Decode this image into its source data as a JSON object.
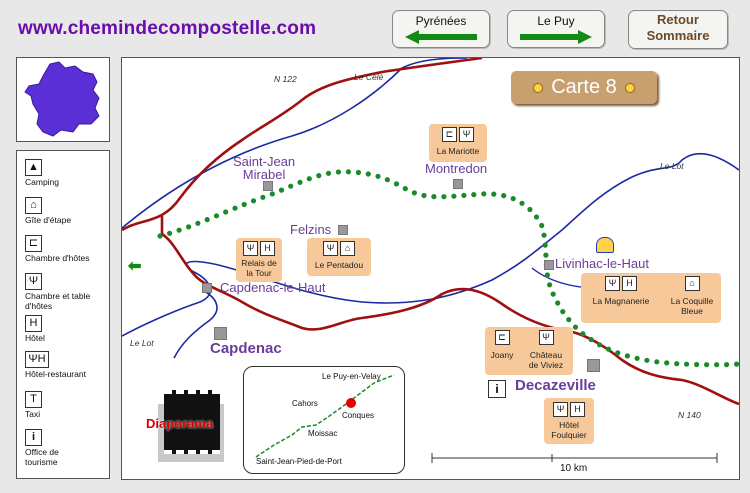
{
  "site": {
    "title": "www.chemindecompostelle.com"
  },
  "nav": {
    "prev_label": "Pyrénées",
    "next_label": "Le Puy",
    "home_line1": "Retour",
    "home_line2": "Sommaire"
  },
  "legend": [
    {
      "icon": "tent-icon",
      "glyph": "▲",
      "label": "Camping"
    },
    {
      "icon": "house-icon",
      "glyph": "⌂",
      "label": "Gîte d'étape"
    },
    {
      "icon": "bed-icon",
      "glyph": "⊏",
      "label": "Chambre d'hôtes"
    },
    {
      "icon": "fork-bed-icon",
      "glyph": "Ψ",
      "label": "Chambre et table d'hôtes"
    },
    {
      "icon": "hotel-icon",
      "glyph": "H",
      "label": "Hôtel"
    },
    {
      "icon": "hotel-restaurant-icon",
      "glyph": "ΨH",
      "label": "Hôtel-restaurant"
    },
    {
      "icon": "taxi-icon",
      "glyph": "T",
      "label": "Taxi"
    },
    {
      "icon": "info-icon",
      "glyph": "i",
      "label": "Office de tourisme"
    }
  ],
  "map": {
    "card_title": "Carte 8",
    "places": {
      "saint_jean_1": "Saint-Jean",
      "saint_jean_2": "Mirabel",
      "montredon": "Montredon",
      "felzins": "Felzins",
      "livinhac": "Livinhac-le-Haut",
      "capdenac_haut": "Capdenac-le-Haut",
      "capdenac": "Capdenac",
      "decazeville": "Decazeville"
    },
    "roads": {
      "n122": "N 122",
      "n140": "N 140",
      "le_cele": "Le Célé",
      "le_lot_east": "Le Lot",
      "le_lot_west": "Le Lot"
    },
    "lodgings": {
      "mariotte": "La Mariotte",
      "relais_1": "Relais de",
      "relais_2": "la Tour",
      "pentadou": "Le Pentadou",
      "magnanerie": "La Magnanerie",
      "coquille_1": "La Coquille",
      "coquille_2": "Bleue",
      "joany": "Joany",
      "viviez_1": "Château",
      "viviez_2": "de Viviez",
      "foulquier_1": "Hôtel",
      "foulquier_2": "Foulquier"
    },
    "scale_label": "10 km"
  },
  "diaporama": {
    "label": "Diaporama"
  },
  "inset": {
    "le_puy": "Le Puy-en-Velay",
    "cahors": "Cahors",
    "conques": "Conques",
    "moissac": "Moissac",
    "saint_jean": "Saint-Jean-Pied-de-Port"
  },
  "colors": {
    "title": "#6a0dad",
    "place": "#6a3d9a",
    "route_dots": "#1a8a2a",
    "road": "#a01010",
    "river": "#1a2aa0",
    "lodging_bg": "#f7c99a",
    "card_bg": "#c8a070",
    "diaporama": "#d40000"
  }
}
